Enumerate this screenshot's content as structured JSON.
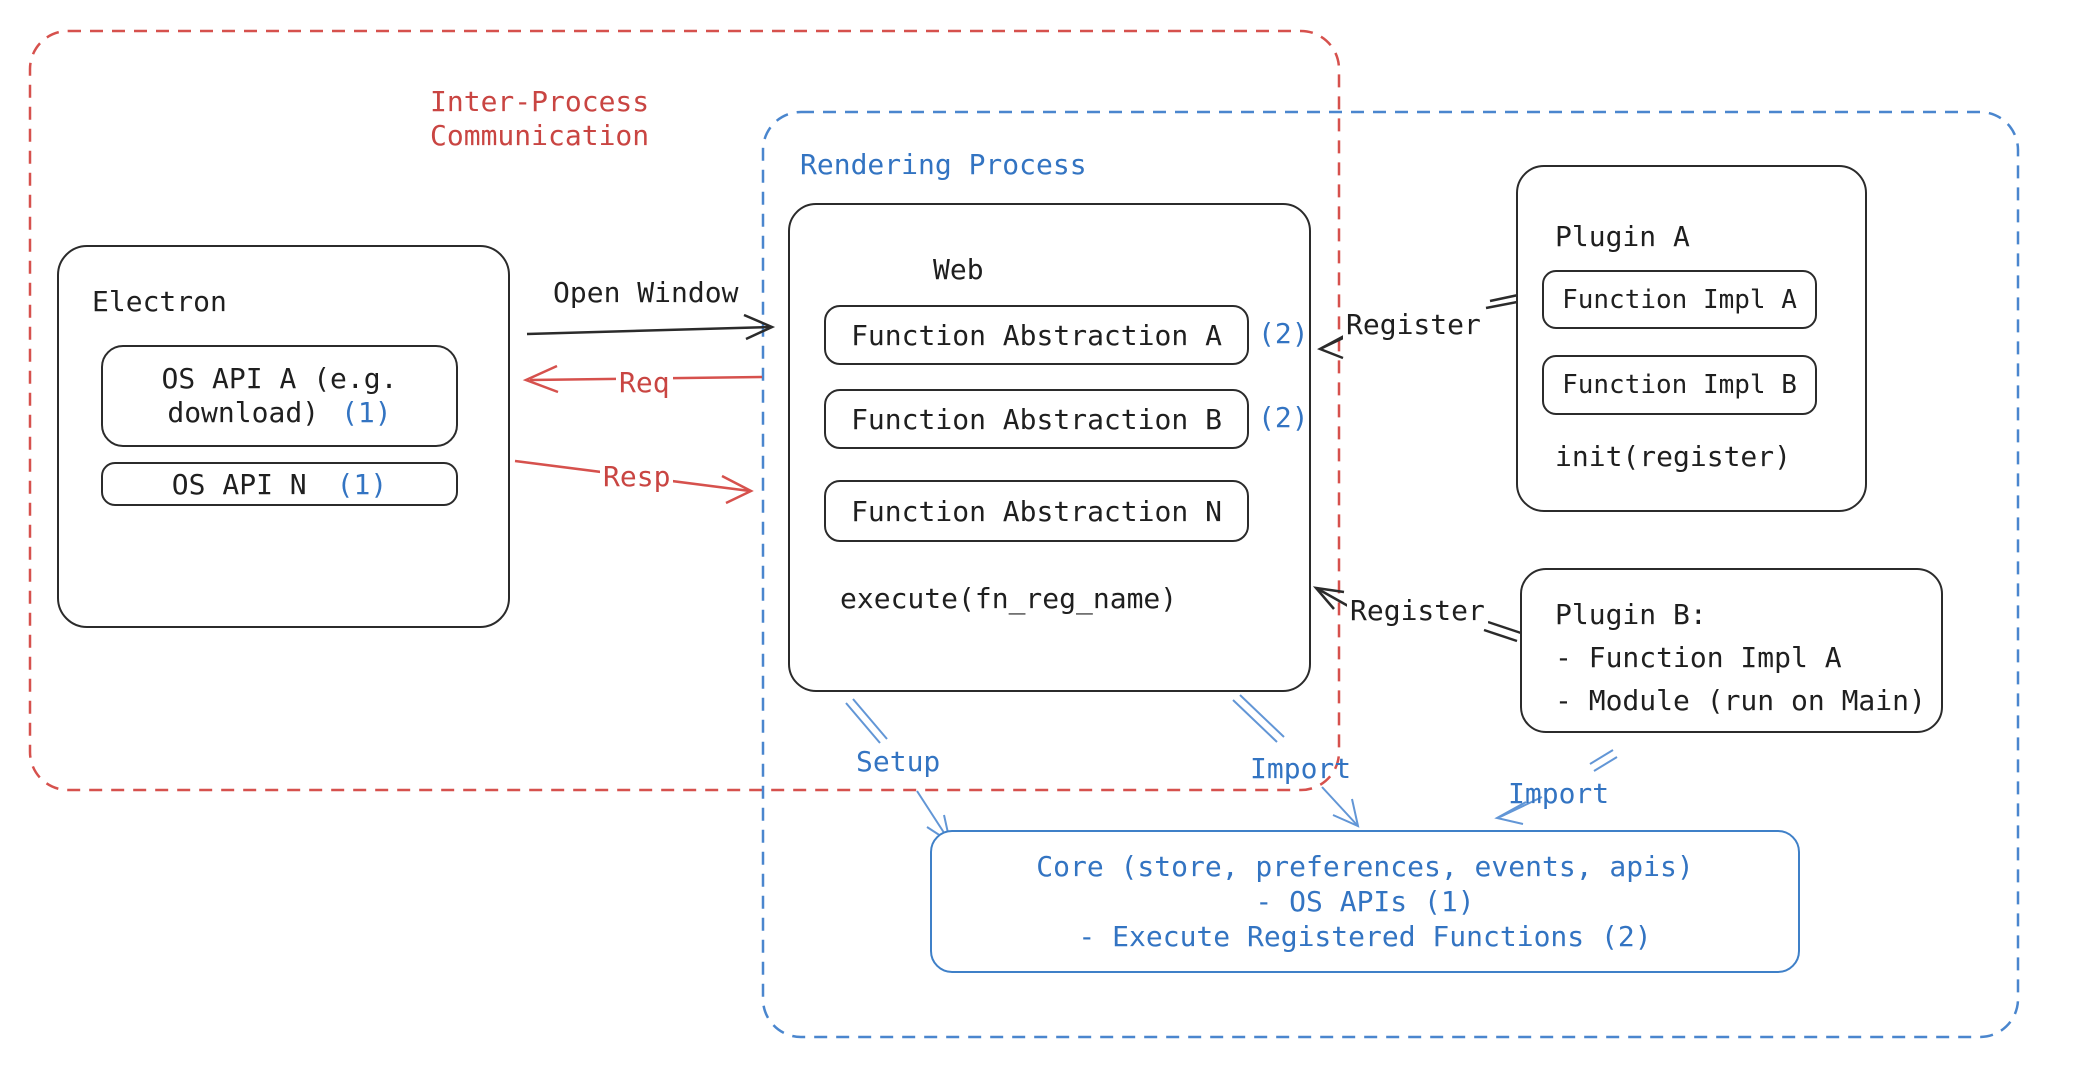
{
  "colors": {
    "stroke_black": "#2b2b2b",
    "text_black": "#1f1f1f",
    "red_accent": "#d6514d",
    "red_text": "#c94542",
    "blue_text": "#3374c2",
    "blue_dash": "#4a86ce",
    "blue_thin_arrow": "#6296d6",
    "core_border": "#3f80c8"
  },
  "ipc": {
    "label": "Inter-Process\nCommunication"
  },
  "rendering": {
    "label": "Rendering Process"
  },
  "electron": {
    "title": "Electron",
    "api_a_line1": "OS API A (e.g.",
    "api_a_line2": "download)",
    "api_a_badge": "(1)",
    "api_n": "OS API N",
    "api_n_badge": "(1)"
  },
  "web": {
    "title": "Web",
    "abstractions": [
      "Function Abstraction A",
      "Function Abstraction B",
      "Function Abstraction N"
    ],
    "badge_a": "(2)",
    "badge_b": "(2)",
    "execute": "execute(fn_reg_name)"
  },
  "plugin_a": {
    "title": "Plugin A",
    "impls": [
      "Function Impl A",
      "Function Impl B"
    ],
    "init": "init(register)"
  },
  "plugin_b": {
    "lines": "Plugin B:\n- Function Impl A\n- Module (run on Main)"
  },
  "core": {
    "line1": "Core (store, preferences, events, apis)",
    "line2": "- OS APIs (1)",
    "line3": "- Execute Registered Functions (2)"
  },
  "arrows": {
    "open_window": "Open Window",
    "req": "Req",
    "resp": "Resp",
    "register_top": "Register",
    "register_bottom": "Register",
    "setup": "Setup",
    "import_mid": "Import",
    "import_right": "Import"
  }
}
